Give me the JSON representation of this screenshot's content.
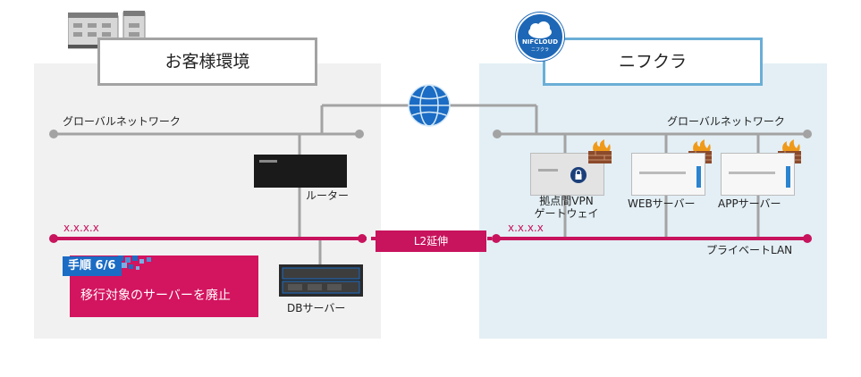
{
  "left": {
    "title": "お客様環境",
    "global_network": "グローバルネットワーク",
    "router": "ルーター",
    "subnet": "x.x.x.x",
    "db_server": "DBサーバー",
    "step_badge": "手順 6/6",
    "step_text": "移行対象のサーバーを廃止"
  },
  "right": {
    "logo_text": "NIFCLOUD",
    "logo_sub": "ニフクラ",
    "title": "ニフクラ",
    "global_network": "グローバルネットワーク",
    "subnet": "x.x.x.x",
    "vpn_gateway_line1": "拠点間VPN",
    "vpn_gateway_line2": "ゲートウェイ",
    "web_server": "WEBサーバー",
    "app_server": "APPサーバー",
    "private_lan": "プライベートLAN"
  },
  "l2_extension": "L2延伸",
  "colors": {
    "pink": "#c8135d",
    "gray_line": "#a3a3a3",
    "blue_frame": "#6aaed6",
    "step_blue": "#1b6cc4"
  }
}
